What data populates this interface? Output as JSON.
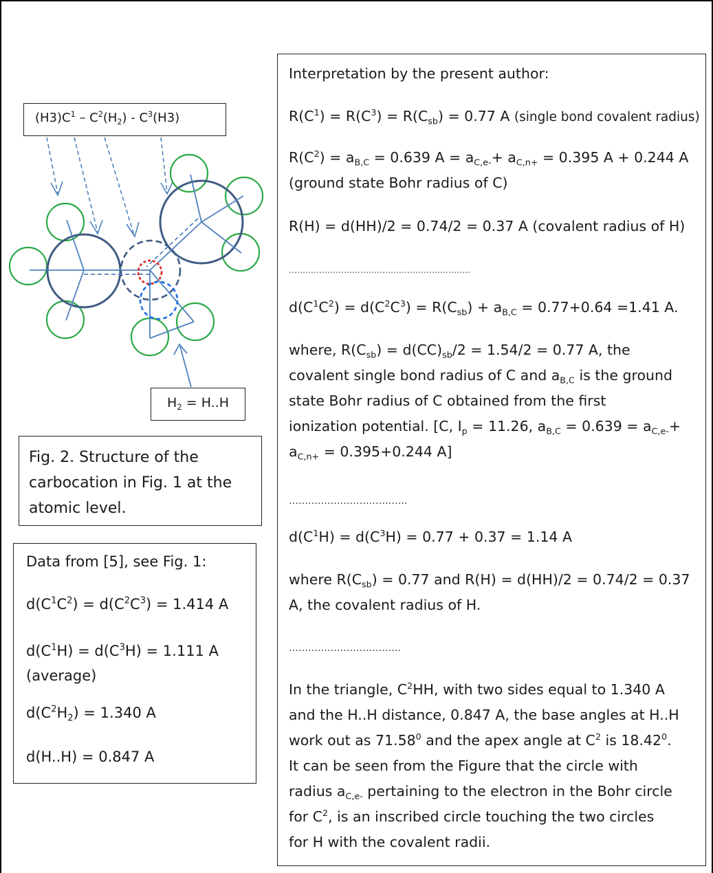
{
  "diagram": {
    "molecule_label": {
      "pre": "(H3)C",
      "s1": "1",
      "m1": " – C",
      "s2": "2",
      "m2": "(H",
      "b1": "2",
      "m3": ") - C",
      "s3": "3",
      "post": "(H3)"
    },
    "h2_label": {
      "pre": "H",
      "sub": "2",
      "post": " = H..H"
    }
  },
  "fig_caption": {
    "lines": [
      "Fig. 2. Structure of the",
      "carbocation in Fig. 1 at the",
      "atomic level."
    ]
  },
  "data_box": {
    "title": "Data from [5], see Fig. 1:",
    "d_cc": {
      "a": "d(C",
      "s1": "1",
      "b": "C",
      "s2": "2",
      "c": ") = d(C",
      "s3": "2",
      "d": "C",
      "s4": "3",
      "e": ") = 1.414 A"
    },
    "d_ch": {
      "a": "d(C",
      "s1": "1",
      "b": "H) = d(C",
      "s2": "3",
      "c": "H) = 1.111 A",
      "line2": "(average)"
    },
    "d_c2h2": {
      "a": "d(C",
      "s1": "2",
      "b": "H",
      "b1": "2",
      "c": ") = 1.340 A"
    },
    "d_hh": "d(H..H) = 0.847 A"
  },
  "right": {
    "heading": "Interpretation by the present author:",
    "r_c": {
      "a": "R(C",
      "s1": "1",
      "b": ") = R(C",
      "s2": "3",
      "c": ") = R(C",
      "b1": "sb",
      "d": ") = 0.77 A ",
      "note": "(single bond covalent radius)"
    },
    "r_c2": {
      "a": "R(C",
      "s1": "2",
      "b": ") = a",
      "b1": "B,C",
      "c": " = 0.639 A = a",
      "b2": "C,e-",
      "d": "+ a",
      "b3": "C,n+",
      "e": " = 0.395 A + 0.244 A",
      "line2": "(ground state Bohr radius of C)"
    },
    "r_h": "R(H) = d(HH)/2 = 0.74/2 = 0.37 A (covalent radius of H)",
    "dots1": "…………………………………………………………",
    "d_cc": {
      "a": "d(C",
      "s1": "1",
      "b": "C",
      "s2": "2",
      "c": ") = d(C",
      "s3": "2",
      "d": "C",
      "s4": "3",
      "e": ") = R(C",
      "b1": "sb",
      "f": ") + a",
      "b2": "B,C",
      "g": " = 0.77+0.64 =1.41 A."
    },
    "where1": {
      "a": "where,  R(C",
      "b1": "sb",
      "b": ") = d(CC)",
      "b2": "sb",
      "c": "/2 = 1.54/2 = 0.77 A, the",
      "line2": "covalent single bond radius of C  and a",
      "b3": "B,C",
      "line2b": " is the ground",
      "line3": "state Bohr radius of C obtained from the first",
      "line4a": "ionization potential. [C, I",
      "b4": "p",
      "line4b": " = 11.26, a",
      "b5": "B,C",
      "line4c": " = 0.639 = a",
      "b6": "C,e-",
      "line4d": "+",
      "line5a": "a",
      "b7": "C,n+",
      "line5b": " = 0.395+0.244 A]"
    },
    "dots2": "……………………………….",
    "d_ch": {
      "a": "d(C",
      "s1": "1",
      "b": "H) = d(C",
      "s2": "3",
      "c": "H) = 0.77 + 0.37 = 1.14 A"
    },
    "where2": {
      "a": "where R(C",
      "b1": "sb",
      "b": ") = 0.77 and R(H) = d(HH)/2 = 0.74/2 = 0.37",
      "line2": "A, the covalent radius of H."
    },
    "dots3": "……………………………..",
    "triangle": {
      "l1a": "In the triangle, C",
      "s1": "2",
      "l1b": "HH, with two sides equal to 1.340 A",
      "l2": "and the H..H distance, 0.847 A, the base angles at H..H",
      "l3a": "work out as 71.58",
      "s2": "0",
      "l3b": " and the apex angle at C",
      "s3": "2",
      "l3c": " is  18.42",
      "s4": "0",
      "l3d": ".",
      "l4": "It can be seen from the Figure that the circle with",
      "l5a": "radius a",
      "b1": "C,e-",
      "l5b": " pertaining to the electron in the Bohr circle",
      "l6a": "for C",
      "s5": "2",
      "l6b": ", is an inscribed circle touching the two circles",
      "l7": "for H with the covalent radii."
    }
  }
}
